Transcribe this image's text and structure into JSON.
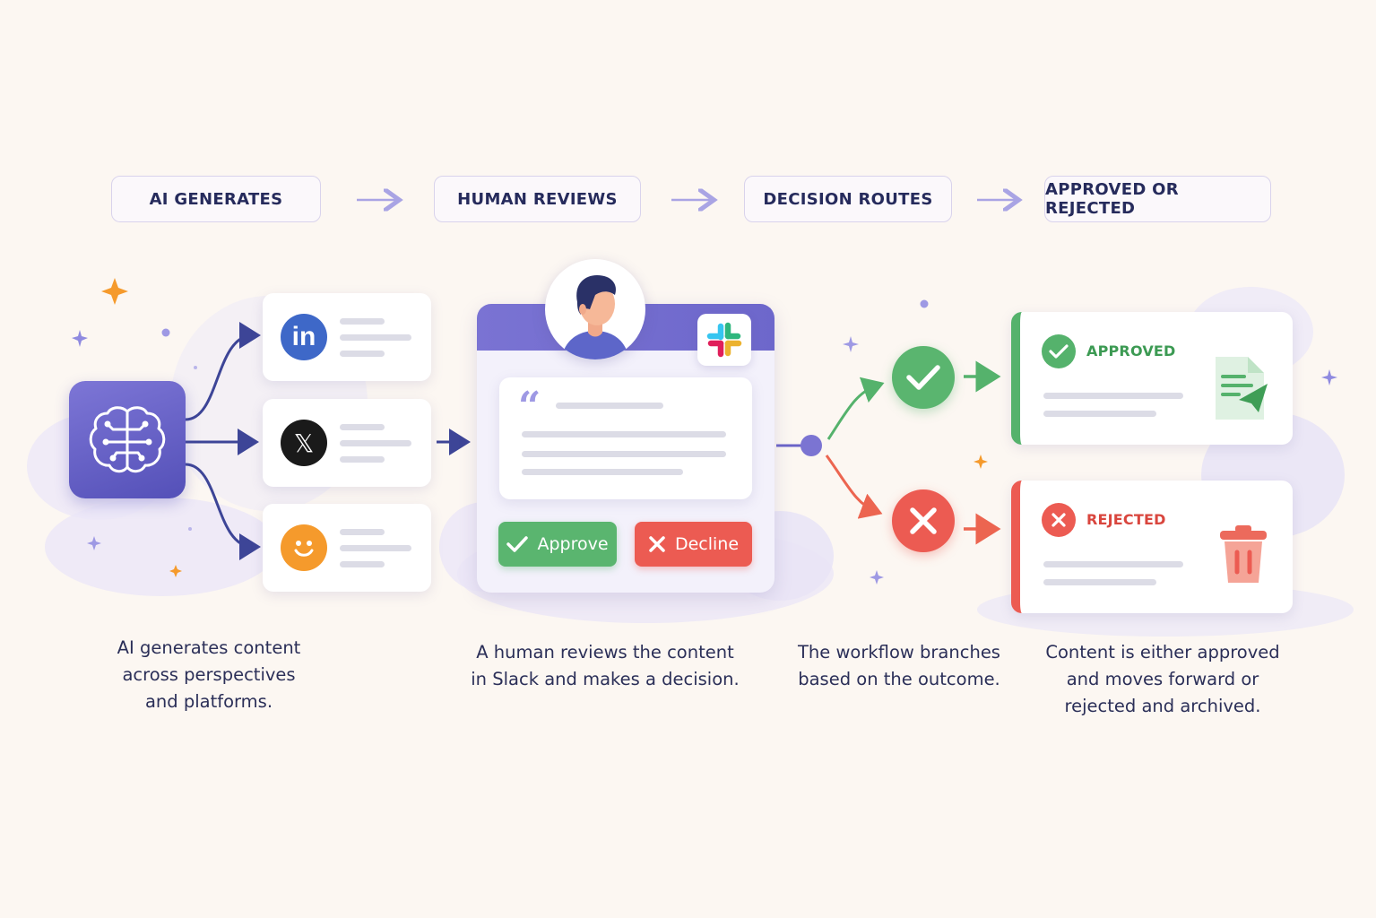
{
  "stages": [
    {
      "label": "AI GENERATES"
    },
    {
      "label": "HUMAN REVIEWS"
    },
    {
      "label": "DECISION ROUTES"
    },
    {
      "label": "APPROVED OR REJECTED"
    }
  ],
  "platforms": [
    {
      "icon": "linkedin-icon",
      "glyph": "in",
      "color": "#3e68c8"
    },
    {
      "icon": "x-icon",
      "glyph": "𝕏",
      "color": "#1a1a1a"
    },
    {
      "icon": "smiley-icon",
      "glyph": "",
      "color": "#f59a2c"
    }
  ],
  "review": {
    "quote_glyph": "“",
    "approve_label": "Approve",
    "decline_label": "Decline"
  },
  "results": {
    "approved_label": "APPROVED",
    "rejected_label": "REJECTED"
  },
  "captions": {
    "generate": [
      "AI generates content",
      "across perspectives",
      "and platforms."
    ],
    "review": [
      "A human reviews the content",
      "in Slack and makes a decision."
    ],
    "branch": [
      "The workflow branches",
      "based on the outcome."
    ],
    "result": [
      "Content is either approved",
      "and moves forward or",
      "rejected and archived."
    ]
  },
  "colors": {
    "accent": "#6b64c8",
    "approve": "#55b26c",
    "decline": "#ec5b52",
    "text": "#262b5c"
  }
}
